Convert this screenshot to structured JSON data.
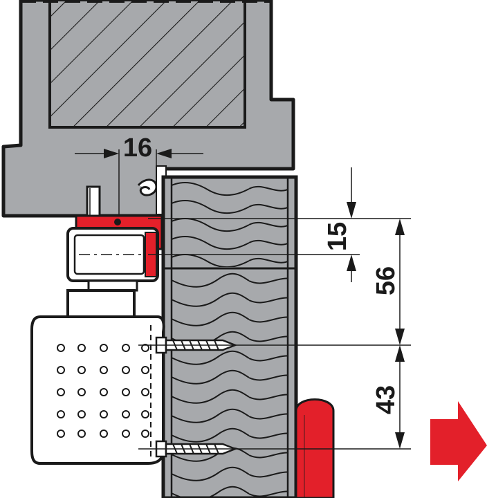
{
  "dimensions": {
    "horizontal": "16",
    "vertical_small": "15",
    "vertical_mid": "56",
    "vertical_low": "43"
  },
  "colors": {
    "frame_gray": "#a7a9ac",
    "outline": "#1a1a1a",
    "wood": "#a7a9ac",
    "accent_red": "#e3202a",
    "closer_body": "#ffffff"
  },
  "icons": {
    "direction_arrow": "arrow-right-icon"
  }
}
